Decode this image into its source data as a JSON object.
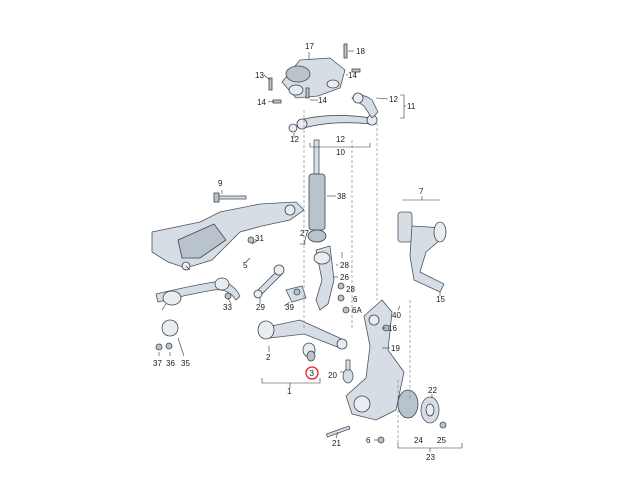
{
  "labels": {
    "l1": "1",
    "l2": "2",
    "l3": "3",
    "l5": "5",
    "l6": "6",
    "l6a": "6A",
    "l7": "7",
    "l9": "9",
    "l10": "10",
    "l11": "11",
    "l12a": "12",
    "l12b": "12",
    "l12c": "12",
    "l13": "13",
    "l14a": "14",
    "l14b": "14",
    "l14c": "14",
    "l15": "15",
    "l16": "16",
    "l17": "17",
    "l18": "18",
    "l19": "19",
    "l20": "20",
    "l21": "21",
    "l22": "22",
    "l23": "23",
    "l24": "24",
    "l25": "25",
    "l26": "26",
    "l27": "27",
    "l28": "28",
    "l29": "29",
    "l31": "31",
    "l33": "33",
    "l35": "35",
    "l36": "36",
    "l37": "37",
    "l38": "38",
    "l39": "39",
    "l40": "40"
  },
  "highlighted_part": "3",
  "colors": {
    "part_fill": "#d6dde4",
    "outline": "#4a5560",
    "highlight_ring": "#e02020",
    "text": "#1a1a1a"
  }
}
